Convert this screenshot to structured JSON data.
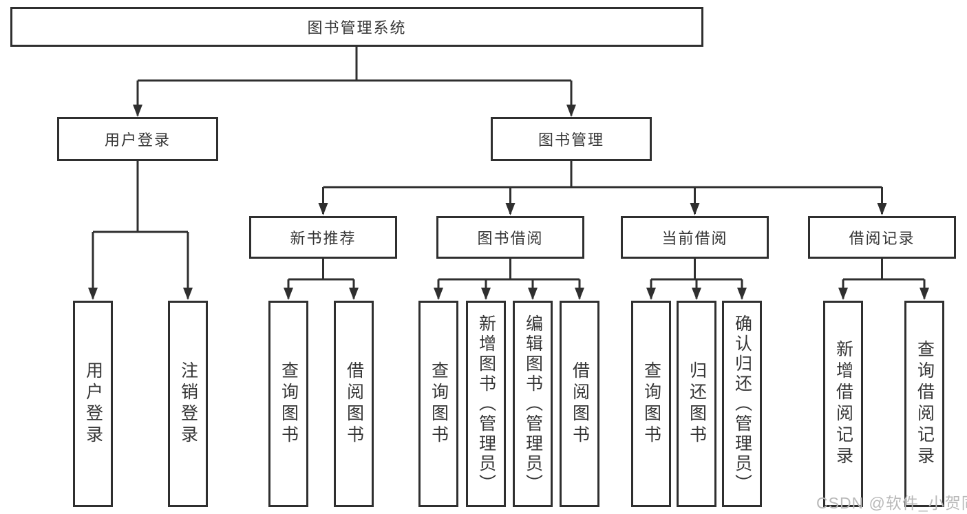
{
  "watermark": "CSDN @软件_小贺同学",
  "colors": {
    "line": "#2f2f2f",
    "box_border": "#2f2f2f",
    "box_background": "#ffffff",
    "text": "#363636",
    "watermark": "#b9b9b9"
  },
  "tree": {
    "root": {
      "label": "图书管理系统",
      "children": [
        {
          "label": "用户登录",
          "children": [
            {
              "label": "用户登录"
            },
            {
              "label": "注销登录"
            }
          ]
        },
        {
          "label": "图书管理",
          "children": [
            {
              "label": "新书推荐",
              "children": [
                {
                  "label": "查询图书"
                },
                {
                  "label": "借阅图书"
                }
              ]
            },
            {
              "label": "图书借阅",
              "children": [
                {
                  "label": "查询图书"
                },
                {
                  "label": "新增图书（管理员）"
                },
                {
                  "label": "编辑图书（管理员）"
                },
                {
                  "label": "借阅图书"
                }
              ]
            },
            {
              "label": "当前借阅",
              "children": [
                {
                  "label": "查询图书"
                },
                {
                  "label": "归还图书"
                },
                {
                  "label": "确认归还（管理员）"
                }
              ]
            },
            {
              "label": "借阅记录",
              "children": [
                {
                  "label": "新增借阅记录"
                },
                {
                  "label": "查询借阅记录"
                }
              ]
            }
          ]
        }
      ]
    }
  }
}
